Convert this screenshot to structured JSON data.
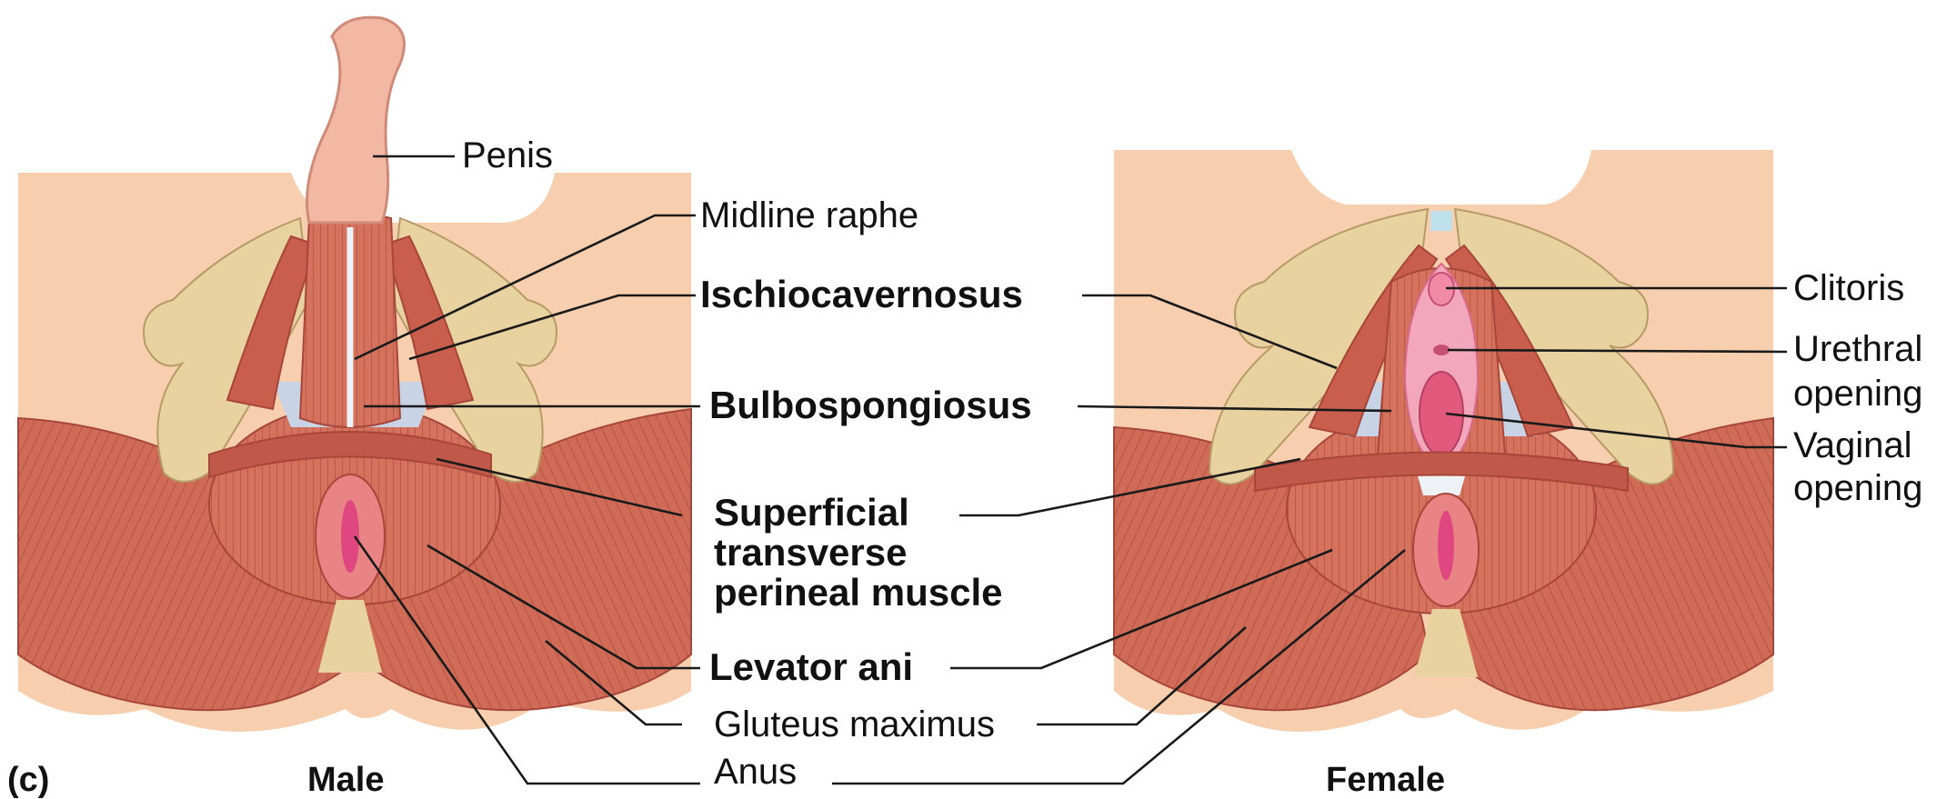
{
  "figure": {
    "panel_letter": "(c)",
    "captions": {
      "male": "Male",
      "female": "Female"
    },
    "labels": {
      "penis": "Penis",
      "midline_raphe": "Midline raphe",
      "ischiocavernosus": "Ischiocavernosus",
      "bulbospongiosus": "Bulbospongiosus",
      "superficial_transverse": [
        "Superficial",
        "transverse",
        "perineal muscle"
      ],
      "levator_ani": "Levator ani",
      "gluteus_maximus": "Gluteus maximus",
      "anus": "Anus",
      "clitoris": "Clitoris",
      "urethral_opening": [
        "Urethral",
        "opening"
      ],
      "vaginal_opening": [
        "Vaginal",
        "opening"
      ]
    }
  },
  "colors": {
    "skin": "#f7cfae",
    "muscle": "#cf6b57",
    "muscle_dark": "#a7463a",
    "bone": "#e8d2a0",
    "membrane": "#c8d3e6",
    "mucosa": "#f08aa6"
  }
}
